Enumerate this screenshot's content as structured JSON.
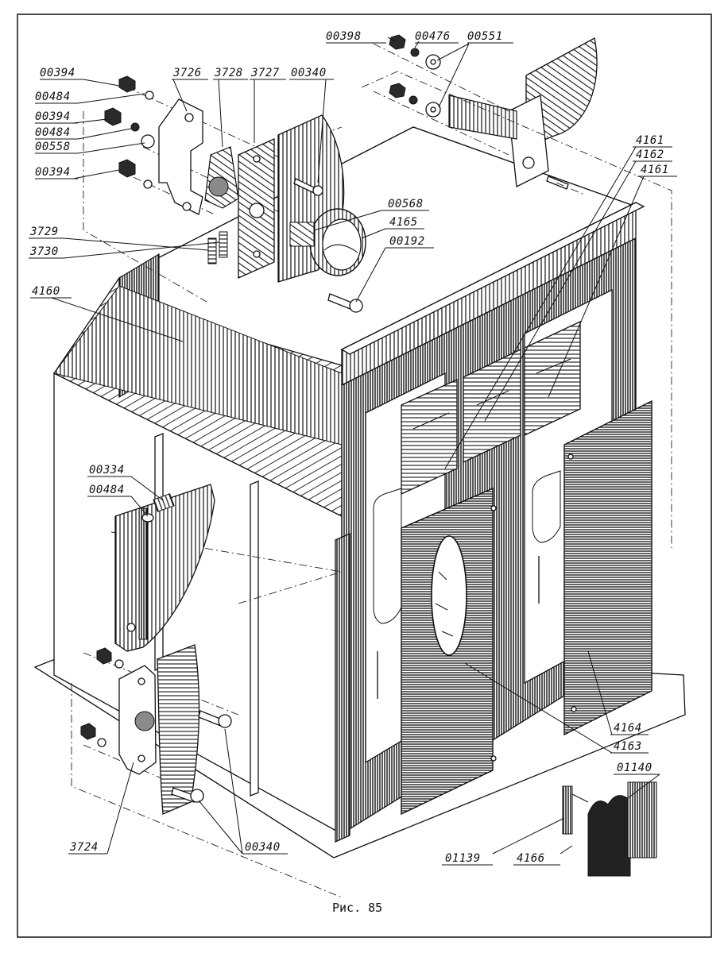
{
  "figure": {
    "caption": "Рис. 85",
    "callouts": [
      {
        "text": "00398"
      },
      {
        "text": "00476"
      },
      {
        "text": "00551"
      },
      {
        "text": "00394"
      },
      {
        "text": "3726"
      },
      {
        "text": "3728"
      },
      {
        "text": "3727"
      },
      {
        "text": "00340"
      },
      {
        "text": "00484"
      },
      {
        "text": "00394"
      },
      {
        "text": "00484"
      },
      {
        "text": "00558"
      },
      {
        "text": "00394"
      },
      {
        "text": "4161"
      },
      {
        "text": "4162"
      },
      {
        "text": "4161"
      },
      {
        "text": "00568"
      },
      {
        "text": "4165"
      },
      {
        "text": "00192"
      },
      {
        "text": "3729"
      },
      {
        "text": "3730"
      },
      {
        "text": "4160"
      },
      {
        "text": "00334"
      },
      {
        "text": "00484"
      },
      {
        "text": "4164"
      },
      {
        "text": "4163"
      },
      {
        "text": "01140"
      },
      {
        "text": "3724"
      },
      {
        "text": "00340"
      },
      {
        "text": "01139"
      },
      {
        "text": "4166"
      }
    ]
  }
}
